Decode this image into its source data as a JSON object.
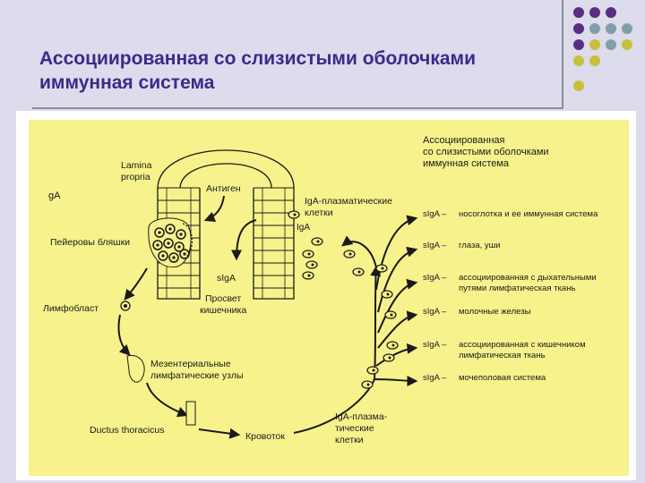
{
  "slide": {
    "title_line1": "Ассоциированная со слизистыми оболочками",
    "title_line2": "иммунная система"
  },
  "colors": {
    "title": "#3a2a8c",
    "panel": "#f7f28c",
    "dot_purple": "#5b2d82",
    "dot_teal": "#7fa0a8",
    "dot_olive": "#c8c03a"
  },
  "diagram": {
    "heading": [
      "Ассоциированная",
      "со слизистыми оболочками",
      "иммунная система"
    ],
    "lamina_propria": [
      "Lamina",
      "propria"
    ],
    "iga_left": "gA",
    "antigen": "Антиген",
    "plasma_cells_top": [
      "IgA-плазматические",
      "клетки"
    ],
    "iga_small": "IgA",
    "peyer": "Пейеровы бляшки",
    "siga_lumen": "sIgA",
    "lumen": [
      "Просвет",
      "кишечника"
    ],
    "lymphoblast": "Лимфобласт",
    "mesenteric": [
      "Мезентериальные",
      "лимфатические узлы"
    ],
    "ductus": "Ductus thoracicus",
    "bloodstream": "Кровоток",
    "plasma_cells_bottom": [
      "IgA-плазма-",
      "тические",
      "клетки"
    ],
    "targets": [
      {
        "prefix": "sIgA –",
        "text": [
          "носоглотка и ее иммунная система"
        ]
      },
      {
        "prefix": "sIgA –",
        "text": [
          "глаза, уши"
        ]
      },
      {
        "prefix": "sIgA –",
        "text": [
          "ассоциированная с дыхательными",
          "путями лимфатическая ткань"
        ]
      },
      {
        "prefix": "sIgA –",
        "text": [
          "молочные железы"
        ]
      },
      {
        "prefix": "sIgA –",
        "text": [
          "ассоциированная с кишечником",
          "лимфатическая ткань"
        ]
      },
      {
        "prefix": "sIgA –",
        "text": [
          "мочеполовая система"
        ]
      }
    ]
  }
}
